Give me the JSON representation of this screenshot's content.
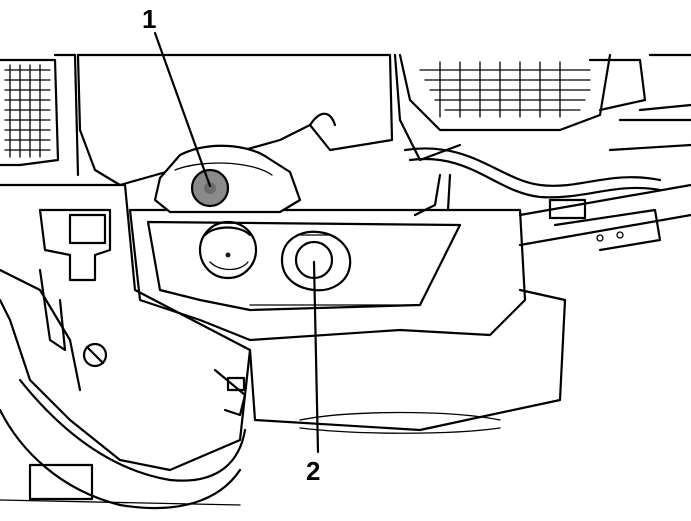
{
  "callouts": [
    {
      "label": "1",
      "part": "gray-cap"
    },
    {
      "label": "2",
      "part": "white-cap"
    }
  ],
  "colors": {
    "line": "#000000",
    "background": "#ffffff",
    "cap_gray": "#8a8a8a"
  }
}
